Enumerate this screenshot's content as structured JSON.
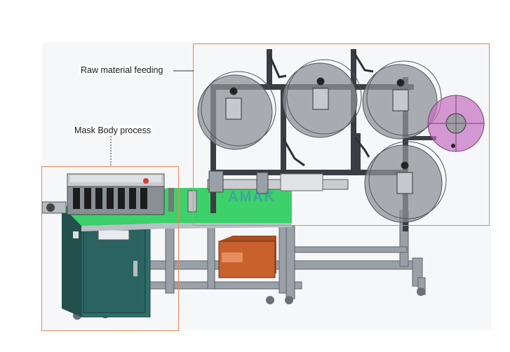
{
  "labels": {
    "raw_material": "Raw material feeding",
    "mask_body": "Mask Body process"
  },
  "watermark": {
    "text": "AMAK"
  },
  "colors": {
    "highlight_box": "#e8895a",
    "table_green": "#3cd16a",
    "frame_gray": "#9aa0a8",
    "cabinet_teal": "#2f6d6a",
    "generator_orange": "#c8612e",
    "spool_purple": "#c46fc0",
    "spool_gray": "#8e9297",
    "watermark_blue": "#4a7fc4"
  },
  "icons": {
    "control_panel": "control-panel-icon",
    "spool": "material-spool-icon"
  }
}
